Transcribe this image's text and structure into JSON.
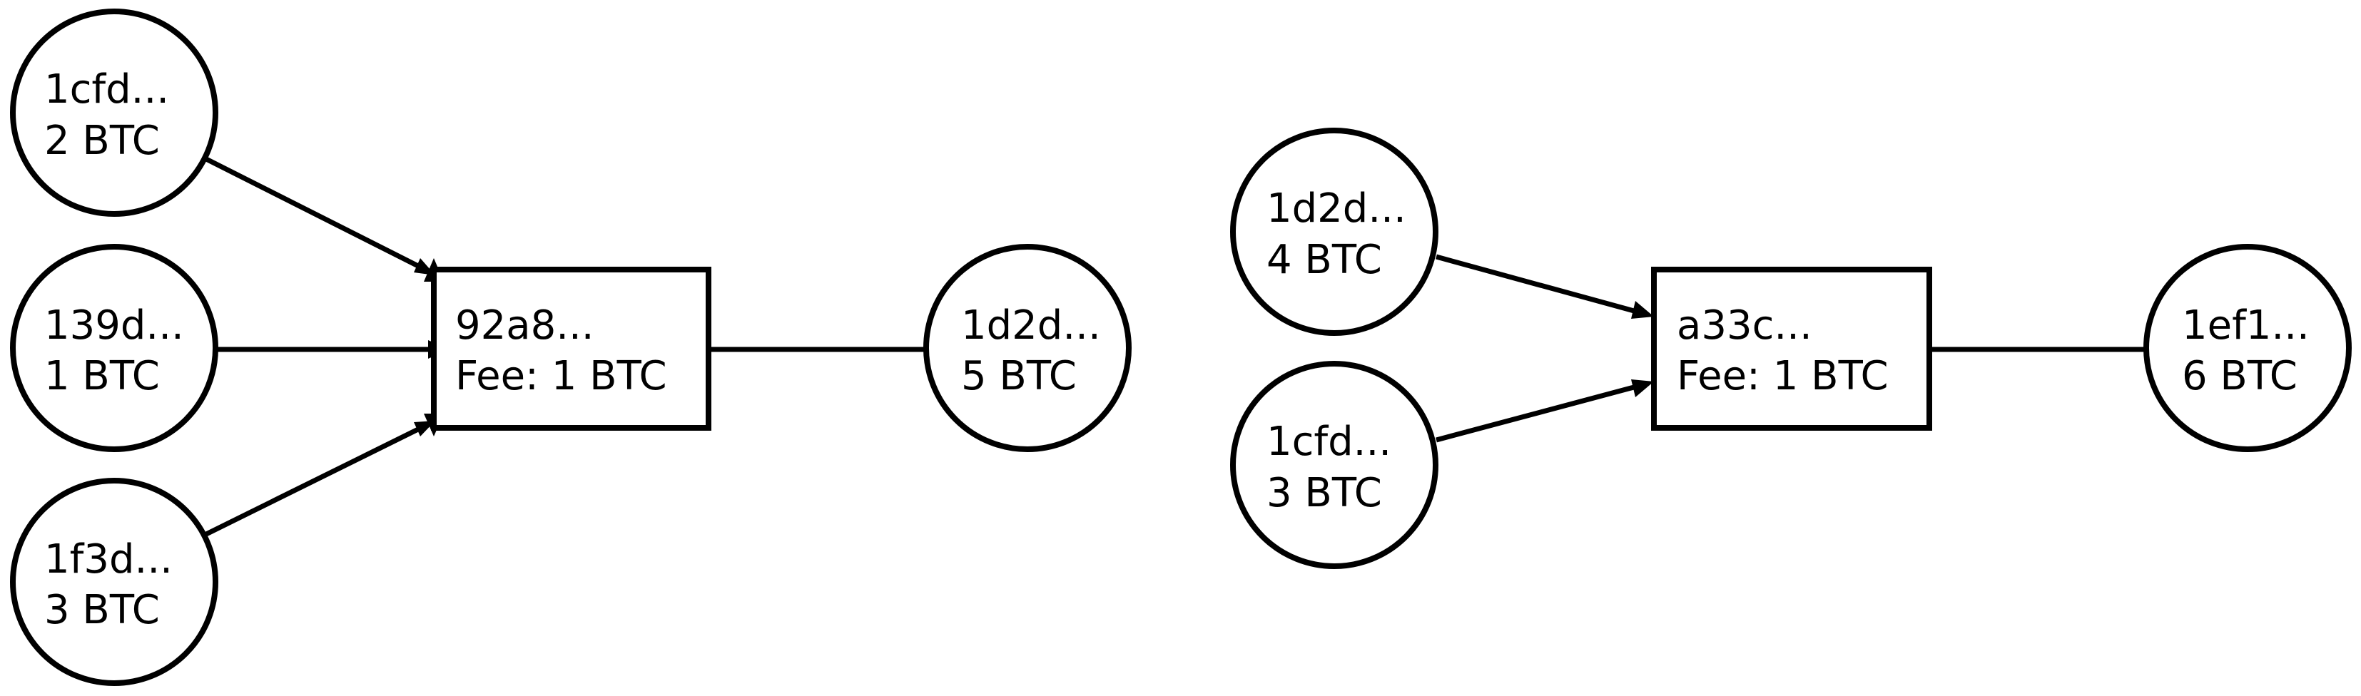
{
  "colors": {
    "stroke": "#000000",
    "background": "#ffffff"
  },
  "transactions": [
    {
      "inputs": [
        {
          "address": "1cfd...",
          "amount": "2 BTC"
        },
        {
          "address": "139d...",
          "amount": "1 BTC"
        },
        {
          "address": "1f3d...",
          "amount": "3 BTC"
        }
      ],
      "tx": {
        "id": "92a8...",
        "fee": "Fee: 1 BTC"
      },
      "output": {
        "address": "1d2d...",
        "amount": "5 BTC"
      }
    },
    {
      "inputs": [
        {
          "address": "1d2d...",
          "amount": "4 BTC"
        },
        {
          "address": "1cfd...",
          "amount": "3 BTC"
        }
      ],
      "tx": {
        "id": "a33c...",
        "fee": "Fee: 1 BTC"
      },
      "output": {
        "address": "1ef1...",
        "amount": "6 BTC"
      }
    }
  ]
}
